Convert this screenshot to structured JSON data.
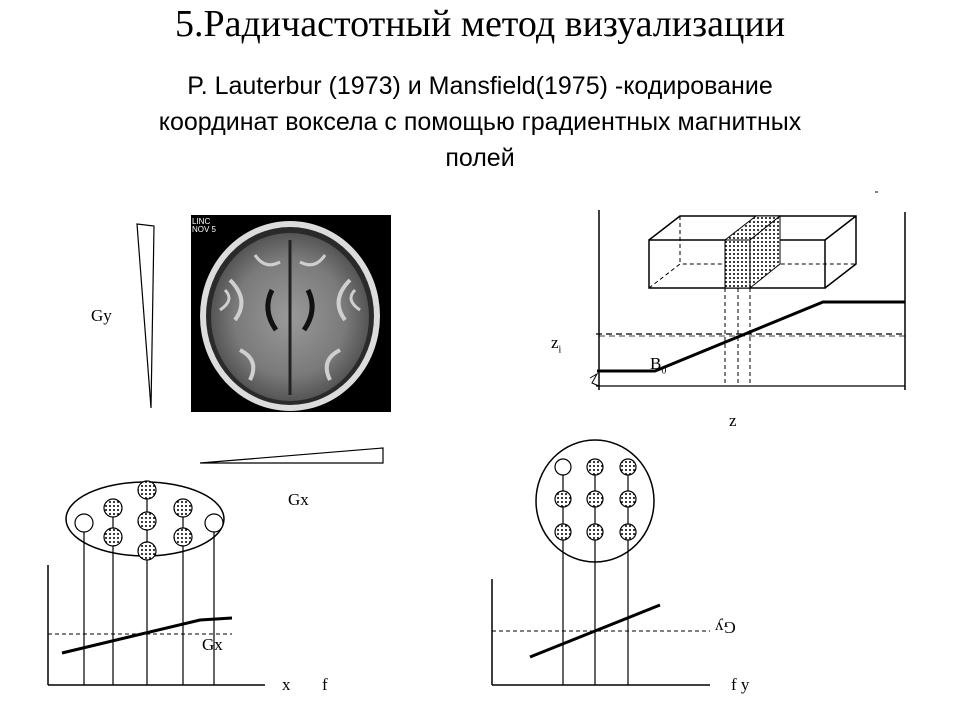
{
  "slide": {
    "title": "5.Радичастотный метод визуализации",
    "subtitle_lines": [
      "P. Lauterbur (1973) и Mansfield(1975)   -кодирование",
      "координат воксела с помощью градиентных магнитных",
      "полей"
    ]
  },
  "figure_labels": {
    "gy": "Gy",
    "gx": "Gx",
    "gx_plot": "Gx",
    "x": "x",
    "f_left": "f",
    "f_y": "f y",
    "gy_inverted": "Gy",
    "z_i": "z",
    "z_i_sub": "i",
    "b0": "B",
    "b0_sub": "0",
    "z": "z",
    "mri_caption_1": "LINC",
    "mri_caption_2": "NOV 5"
  }
}
